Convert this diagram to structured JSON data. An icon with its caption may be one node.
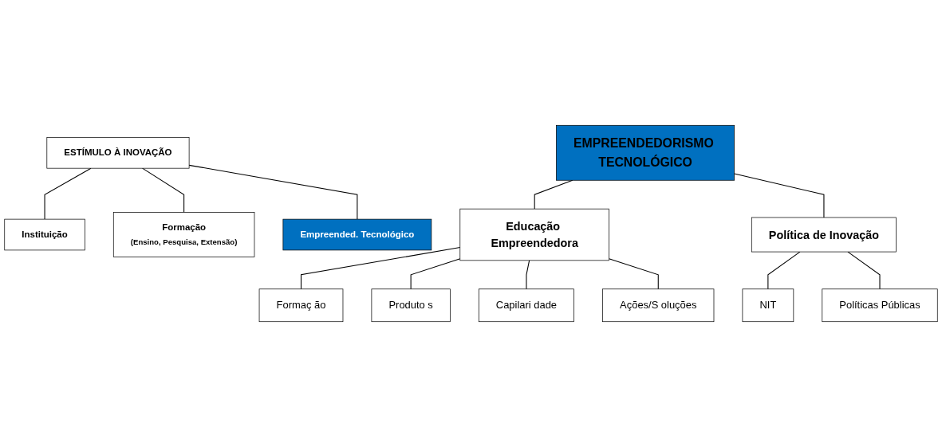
{
  "diagram": {
    "nodes": [
      {
        "text": [
          "ESTÍMULO À INOVAÇÃO"
        ]
      },
      {
        "text": [
          "Instituição"
        ]
      },
      {
        "text": [
          "Formação",
          "(Ensino, Pesquisa, Extensão)"
        ]
      },
      {
        "text": [
          "Empreended. Tecnológico"
        ]
      },
      {
        "text": [
          "EMPREENDEDORISMO TECNOLÓGICO"
        ]
      },
      {
        "text": [
          "Educação Empreendedora"
        ]
      },
      {
        "text": [
          "Política de Inovação"
        ]
      },
      {
        "text": [
          "Formaç ão"
        ]
      },
      {
        "text": [
          "Produto s"
        ]
      },
      {
        "text": [
          "Capilari dade"
        ]
      },
      {
        "text": [
          "Ações/S oluções"
        ]
      },
      {
        "text": [
          "NIT"
        ]
      },
      {
        "text": [
          "Políticas Públicas"
        ]
      }
    ],
    "edges": [
      {
        "from": 0,
        "to": 1,
        "arrow": "none"
      },
      {
        "from": 0,
        "to": 2,
        "arrow": "none"
      },
      {
        "from": 0,
        "to": 3,
        "arrow": "none"
      },
      {
        "from": 4,
        "to": 5,
        "arrow": "none"
      },
      {
        "from": 4,
        "to": 6,
        "arrow": "none"
      },
      {
        "from": 5,
        "to": 7,
        "arrow": "none"
      },
      {
        "from": 5,
        "to": 8,
        "arrow": "none"
      },
      {
        "from": 5,
        "to": 9,
        "arrow": "none"
      },
      {
        "from": 5,
        "to": 10,
        "arrow": "none"
      },
      {
        "from": 6,
        "to": 11,
        "arrow": "none"
      },
      {
        "from": 6,
        "to": 12,
        "arrow": "none"
      }
    ]
  }
}
